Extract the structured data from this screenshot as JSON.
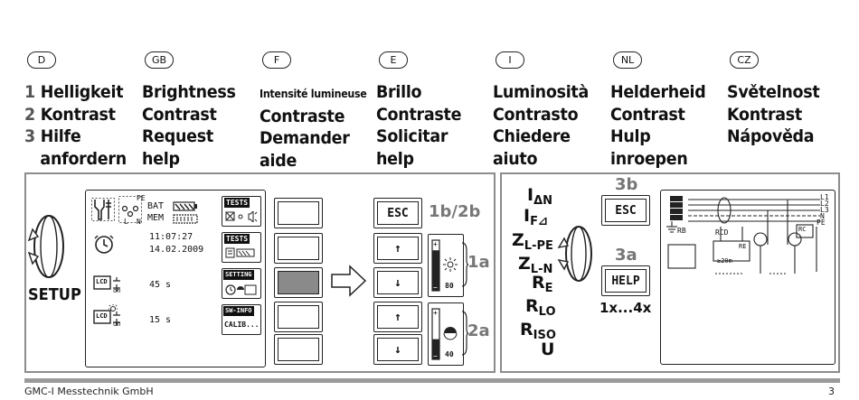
{
  "languages": [
    {
      "code": "D",
      "lines": [
        {
          "num": "1",
          "text": "Helligkeit"
        },
        {
          "num": "2",
          "text": "Kontrast"
        },
        {
          "num": "3",
          "text": "Hilfe"
        },
        {
          "num": "",
          "text": "anfordern"
        }
      ]
    },
    {
      "code": "GB",
      "lines": [
        {
          "text": "Brightness"
        },
        {
          "text": "Contrast"
        },
        {
          "text": "Request"
        },
        {
          "text": "help"
        }
      ]
    },
    {
      "code": "F",
      "lines": [
        {
          "small": "Intensité lumineuse"
        },
        {
          "text": "Contraste"
        },
        {
          "text": "Demander"
        },
        {
          "text": "aide"
        }
      ]
    },
    {
      "code": "E",
      "lines": [
        {
          "text": "Brillo"
        },
        {
          "text": "Contraste"
        },
        {
          "text": "Solicitar"
        },
        {
          "text": "help"
        }
      ]
    },
    {
      "code": "I",
      "lines": [
        {
          "text": "Luminosità"
        },
        {
          "text": "Contrasto"
        },
        {
          "text": "Chiedere"
        },
        {
          "text": "aiuto"
        }
      ]
    },
    {
      "code": "NL",
      "lines": [
        {
          "text": "Helderheid"
        },
        {
          "text": "Contrast"
        },
        {
          "text": "Hulp"
        },
        {
          "text": "inroepen"
        }
      ]
    },
    {
      "code": "CZ",
      "lines": [
        {
          "text": "Světelnost"
        },
        {
          "text": "Kontrast"
        },
        {
          "text": "Nápověda"
        }
      ]
    }
  ],
  "setup_label": "SETUP",
  "device_screen": {
    "bat_label": "BAT",
    "mem_label": "MEM",
    "pe_label": "PE",
    "l_label": "L",
    "n_label": "N",
    "time": "11:07:27",
    "date": "14.02.2009",
    "lcd_time_1": "45 s",
    "lcd_time_2": "15 s",
    "lcd_label": "LCD",
    "on_label": "on",
    "side_tests_1": "TESTS",
    "side_tests_2": "TESTS",
    "side_setting": "SETTING",
    "side_swinfo": "SW-INFO",
    "side_calib": "CALIB..."
  },
  "keys": {
    "esc": "ESC",
    "help": "HELP",
    "up": "↑",
    "down": "↓"
  },
  "step_labels": {
    "l1b2b": "1b/2b",
    "l1a": "1a",
    "l2a": "2a",
    "l3b": "3b",
    "l3a": "3a",
    "repeat": "1x...4x"
  },
  "sliders": {
    "brightness_value": "80",
    "contrast_value": "40"
  },
  "measurements": [
    {
      "main": "I",
      "sub": "ΔN"
    },
    {
      "main": "I",
      "sub": "F⊿"
    },
    {
      "main": "Z",
      "sub": "L-PE"
    },
    {
      "main": "Z",
      "sub": "L-N"
    },
    {
      "main": "R",
      "sub": "E"
    },
    {
      "main": "R",
      "sub": "LO"
    },
    {
      "main": "R",
      "sub": "ISO"
    },
    {
      "main": "U",
      "sub": ""
    }
  ],
  "circuit": {
    "phase_labels": [
      "L1",
      "L2",
      "L3",
      "N",
      "PE"
    ],
    "rb": "RB",
    "rcd": "RCD",
    "re": "RE",
    "distance": "≥20m",
    "rc": "RC"
  },
  "footer": {
    "company": "GMC-I Messtechnik GmbH",
    "page": "3"
  }
}
